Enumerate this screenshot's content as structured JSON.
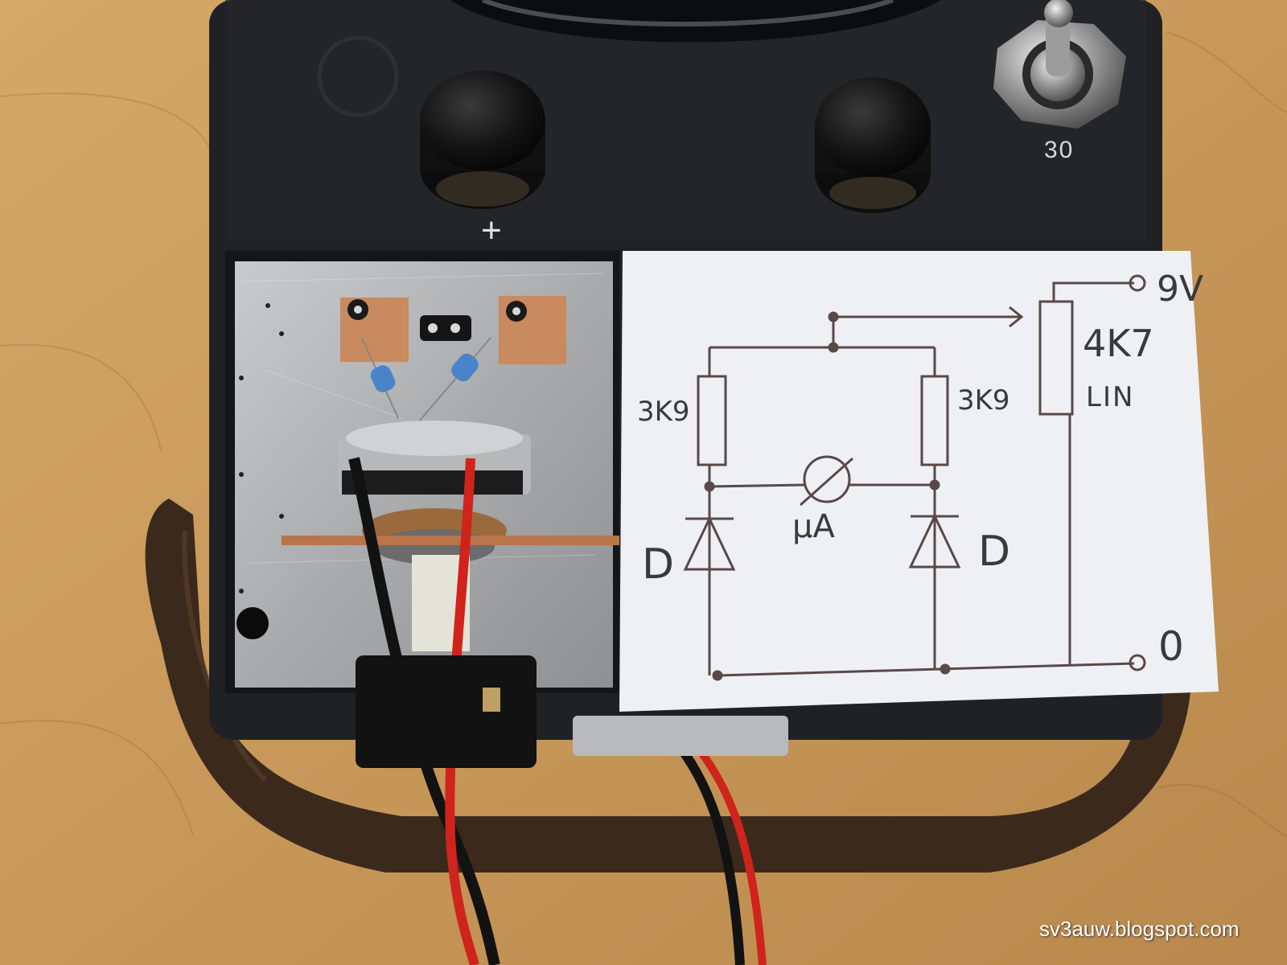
{
  "device": {
    "range_label": "30",
    "terminal_label": "+"
  },
  "schematic": {
    "supply_label": "9V",
    "ground_label": "0",
    "pot_value": "4K7",
    "pot_taper": "LIN",
    "resistor_left": "3K9",
    "resistor_right": "3K9",
    "meter_label": "µA",
    "diode_left": "D",
    "diode_right": "D"
  },
  "watermark": "sv3auw.blogspot.com"
}
